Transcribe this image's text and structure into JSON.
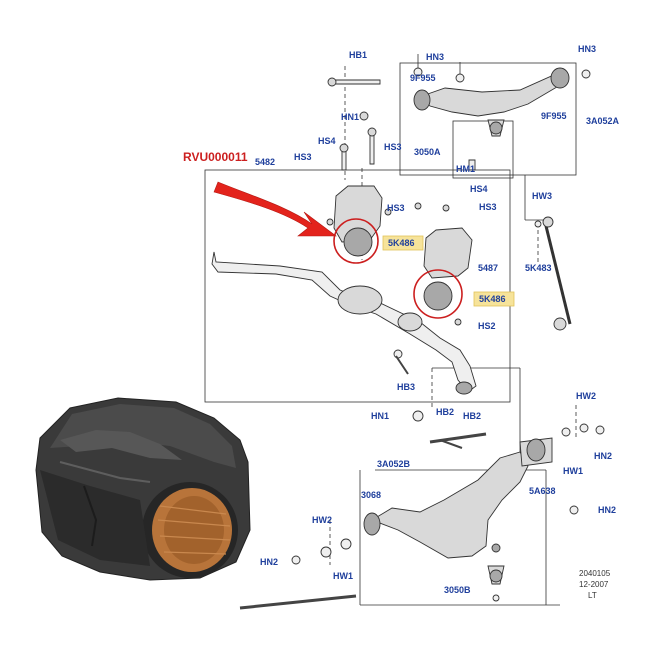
{
  "callout": {
    "text": "RVU000011",
    "color": "#cc1f1f"
  },
  "highlight_color": "#f6e39a",
  "label_color": "#1f3f9c",
  "labels": {
    "hb1": "HB1",
    "hn3_top": "HN3",
    "hn3_right": "HN3",
    "9f955_left": "9F955",
    "9f955_right": "9F955",
    "3a052a": "3A052A",
    "hn1_a": "HN1",
    "hs4_a": "HS4",
    "hs3_a": "HS3",
    "hs3_b": "HS3",
    "3050a": "3050A",
    "hm1": "HM1",
    "5482": "5482",
    "hw3": "HW3",
    "hs4_b": "HS4",
    "hs3_c": "HS3",
    "hs3_d": "HS3",
    "5k486_a": "5K486",
    "5487": "5487",
    "5k483": "5K483",
    "5k486_b": "5K486",
    "hs2": "HS2",
    "hb3": "HB3",
    "hn1_b": "HN1",
    "hb2_a": "HB2",
    "hb2_b": "HB2",
    "hw2_a": "HW2",
    "hw1_a": "HW1",
    "hn2_a": "HN2",
    "3a052b": "3A052B",
    "5a638": "5A638",
    "3068": "3068",
    "hw2_b": "HW2",
    "hn2_b": "HN2",
    "hn2_c": "HN2",
    "hw1_b": "HW1",
    "3050b": "3050B"
  },
  "stamp": {
    "line1": "2040105",
    "line2": "12-2007",
    "line3": "LT"
  }
}
